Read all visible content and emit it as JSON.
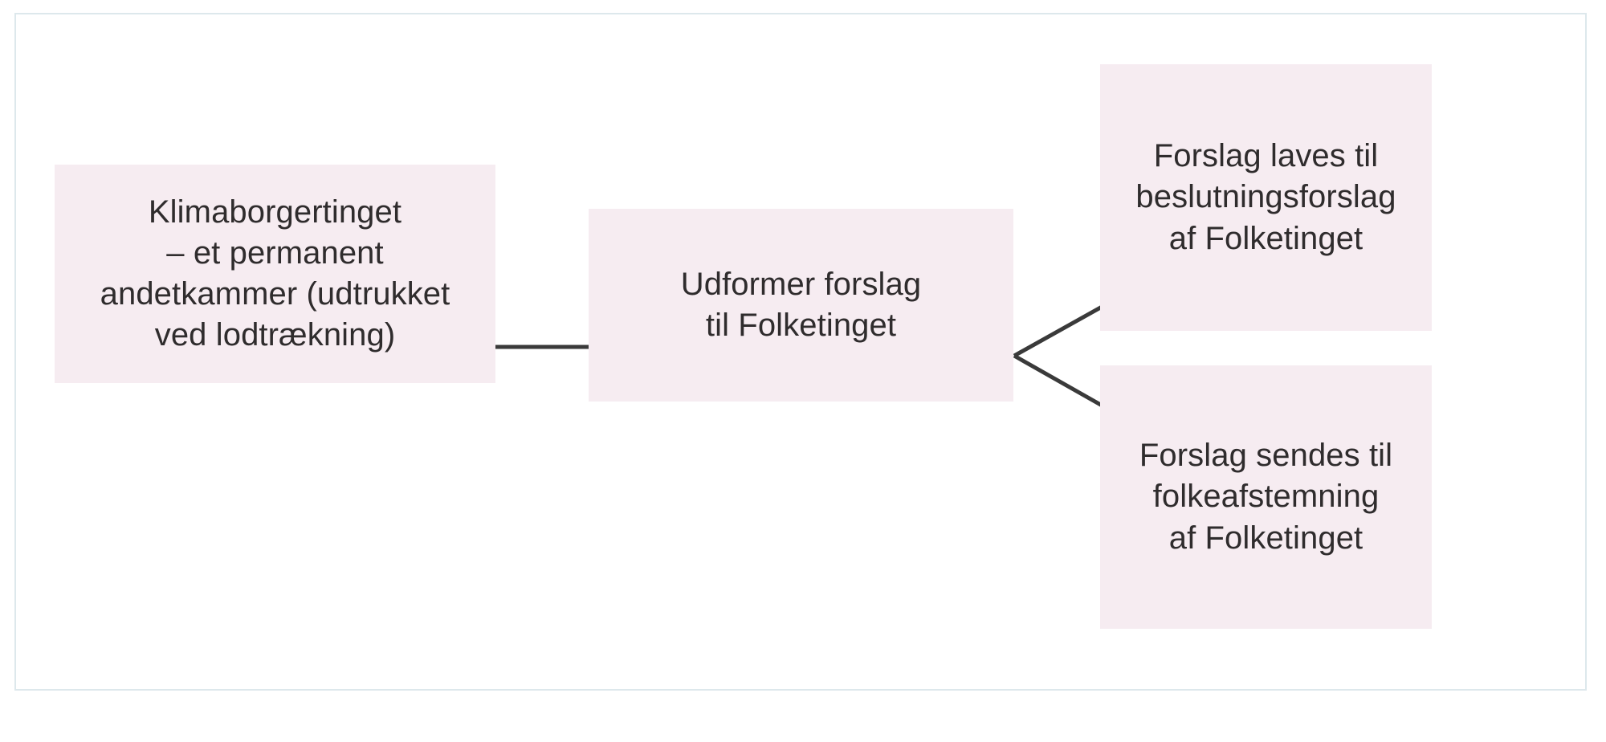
{
  "figure": {
    "type": "flow-diagram",
    "language": "da",
    "background_color": "#ffffff",
    "frame_border_color": "#dde8ec",
    "node_fill_color": "#f6ecf1",
    "text_color": "#2f2c2d",
    "connector_color": "#3a3a3a"
  },
  "nodes": [
    {
      "id": "citizens-assembly",
      "label": "Klimaborgertinget\n– et permanent\nandetkammer (udtrukket\nved lodtrækning)",
      "lines": [
        "Klimaborgertinget",
        "– et permanent",
        "andetkammer (udtrukket",
        "ved lodtrækning)"
      ]
    },
    {
      "id": "drafts-proposal",
      "label": "Udformer forslag\ntil Folketinget",
      "lines": [
        "Udformer forslag",
        "til Folketinget"
      ]
    },
    {
      "id": "resolution-proposal",
      "label": "Forslag laves til\nbeslutningsforslag\naf Folketinget",
      "lines": [
        "Forslag laves til",
        "beslutningsforslag",
        "af Folketinget"
      ]
    },
    {
      "id": "referendum",
      "label": "Forslag sendes til\nfolkeafstemning\naf Folketinget",
      "lines": [
        "Forslag sendes til",
        "folkeafstemning",
        "af Folketinget"
      ]
    }
  ],
  "connectors": [
    {
      "id": "assembly-to-drafts",
      "from": "citizens-assembly",
      "to": "drafts-proposal",
      "shape": "straight-horizontal"
    },
    {
      "id": "drafts-to-resolution",
      "from": "drafts-proposal",
      "to": "resolution-proposal",
      "shape": "diagonal-branch-up"
    },
    {
      "id": "drafts-to-referendum",
      "from": "drafts-proposal",
      "to": "referendum",
      "shape": "diagonal-branch-down"
    }
  ]
}
